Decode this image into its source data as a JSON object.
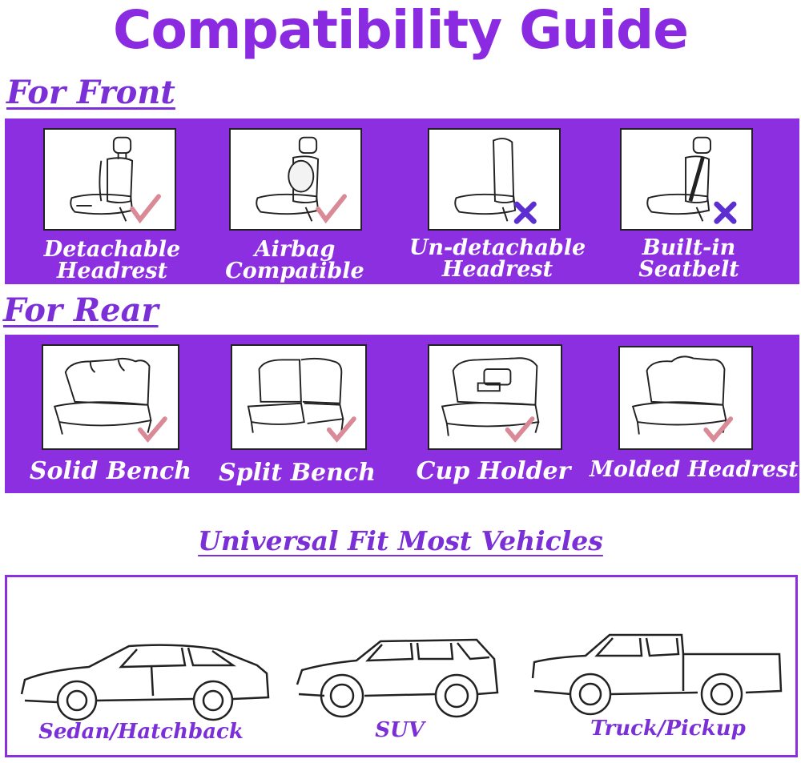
{
  "title": "Compatibility Guide",
  "front": {
    "heading": "For Front",
    "items": [
      {
        "line1": "Detachable",
        "line2": "Headrest",
        "status": "check",
        "icon": "seat-headrest-icon"
      },
      {
        "line1": "Airbag",
        "line2": "Compatible",
        "status": "check",
        "icon": "seat-airbag-icon"
      },
      {
        "line1": "Un-detachable",
        "line2": "Headrest",
        "status": "cross",
        "icon": "seat-integrated-headrest-icon"
      },
      {
        "line1": "Built-in",
        "line2": "Seatbelt",
        "status": "cross",
        "icon": "seat-seatbelt-icon"
      }
    ]
  },
  "rear": {
    "heading": "For Rear",
    "items": [
      {
        "label": "Solid Bench",
        "status": "check",
        "icon": "solid-bench-icon"
      },
      {
        "label": "Split Bench",
        "status": "check",
        "icon": "split-bench-icon"
      },
      {
        "label": "Cup Holder",
        "status": "check",
        "icon": "cup-holder-bench-icon"
      },
      {
        "label": "Molded Headrest",
        "status": "check",
        "icon": "molded-headrest-bench-icon"
      }
    ]
  },
  "universal": {
    "heading": "Universal Fit Most Vehicles",
    "vehicles": [
      {
        "label": "Sedan/Hatchback",
        "icon": "sedan-icon"
      },
      {
        "label": "SUV",
        "icon": "suv-icon"
      },
      {
        "label": "Truck/Pickup",
        "icon": "pickup-truck-icon"
      }
    ]
  },
  "colors": {
    "accent": "#8b2fe0",
    "check": "#d98a96",
    "cross": "#5b2fd0"
  }
}
